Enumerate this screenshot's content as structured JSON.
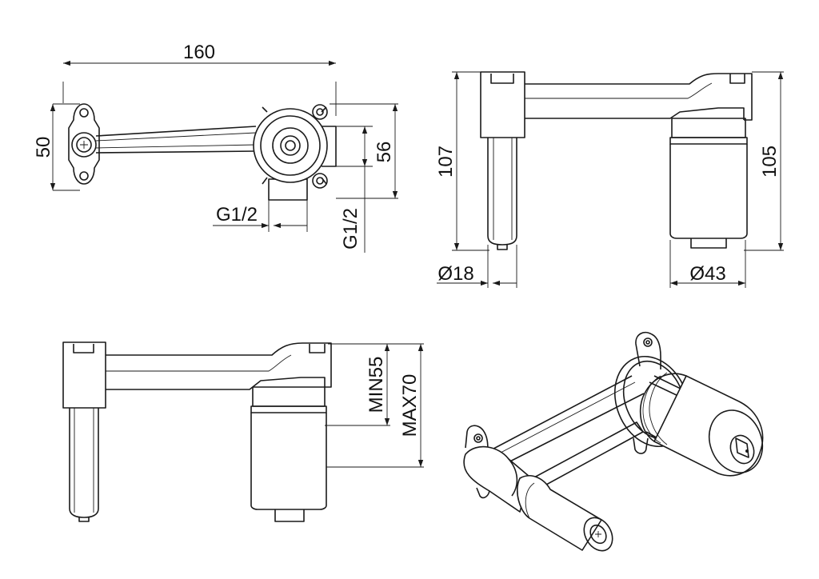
{
  "dimensions": {
    "top_width": "160",
    "left_height": "50",
    "right_height": "56",
    "outlet_thread": "G1/2",
    "inlet_thread": "G1/2",
    "spout_length": "107",
    "body_length": "105",
    "spout_diameter": "Ø18",
    "body_diameter": "Ø43",
    "min_depth": "MIN55",
    "max_depth": "MAX70"
  },
  "colors": {
    "line": "#1a1a1a",
    "background": "#ffffff"
  }
}
